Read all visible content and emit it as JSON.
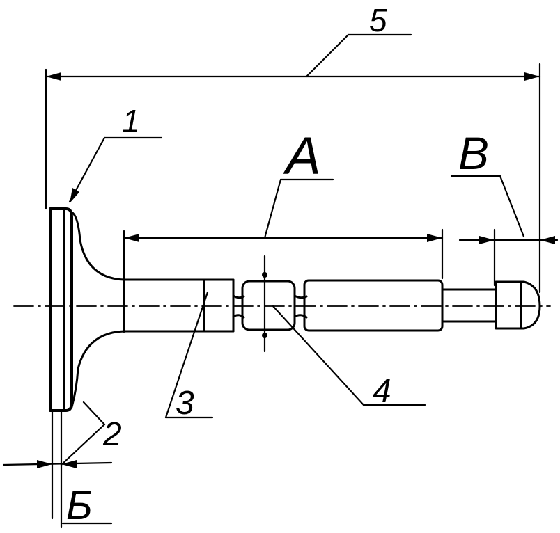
{
  "labels": {
    "callout_1": "1",
    "callout_2": "2",
    "callout_3": "3",
    "callout_4": "4",
    "callout_5": "5",
    "section_a": "A",
    "section_b": "B",
    "section_be": "Б"
  }
}
